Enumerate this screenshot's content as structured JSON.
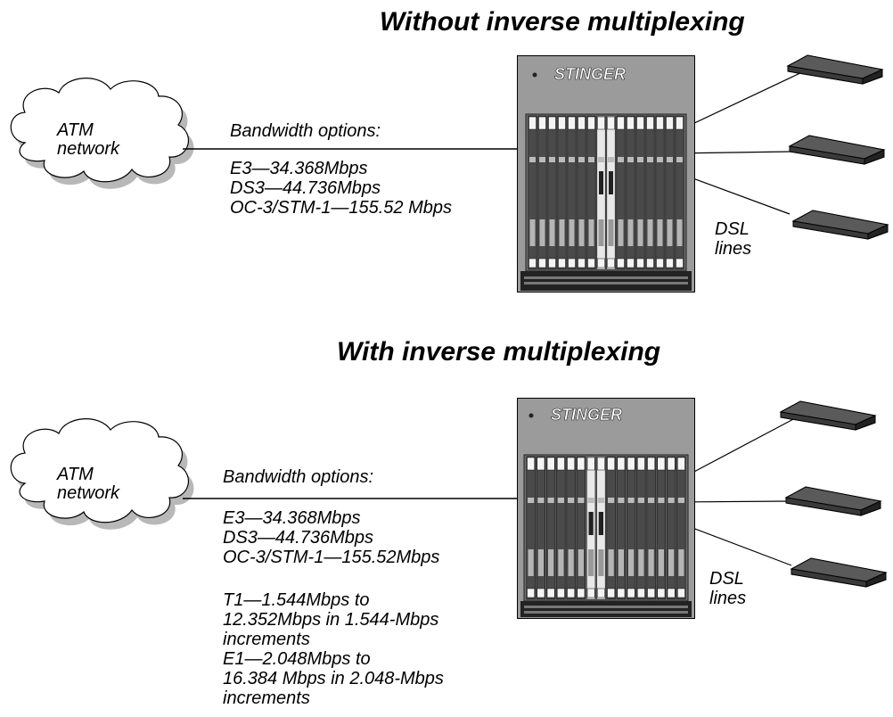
{
  "sections": [
    {
      "title": "Without inverse multiplexing",
      "cloud_label_1": "ATM",
      "cloud_label_2": "network",
      "bandwidth_heading": "Bandwidth options:",
      "options": [
        "E3—34.368Mbps",
        "DS3—44.736Mbps",
        "OC-3/STM-1—155.52 Mbps"
      ],
      "device_brand": "STINGER",
      "dsl_label_1": "DSL",
      "dsl_label_2": "lines"
    },
    {
      "title": "With inverse multiplexing",
      "cloud_label_1": "ATM",
      "cloud_label_2": "network",
      "bandwidth_heading": "Bandwidth options:",
      "options": [
        "E3—34.368Mbps",
        "DS3—44.736Mbps",
        "OC-3/STM-1—155.52Mbps"
      ],
      "options_extra": [
        "T1—1.544Mbps to",
        "12.352Mbps in 1.544-Mbps",
        "increments",
        "E1—2.048Mbps to",
        "16.384 Mbps in 2.048-Mbps",
        "increments"
      ],
      "device_brand": "STINGER",
      "dsl_label_1": "DSL",
      "dsl_label_2": "lines"
    }
  ]
}
